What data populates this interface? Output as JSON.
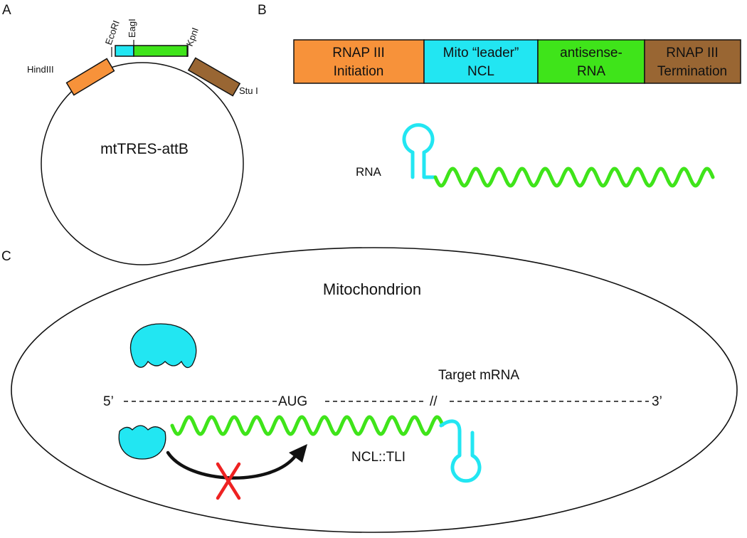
{
  "colors": {
    "orange": "#f7923a",
    "cyan": "#22e6f2",
    "green": "#3fe41a",
    "brown": "#996633",
    "red": "#ee2222",
    "black": "#111111"
  },
  "panel_a": {
    "letter": "A",
    "plasmid_name": "mtTRES-attB",
    "sites": {
      "hindiii": "HindIII",
      "ecori": "EcoRI",
      "eagi": "EagI",
      "kpni": "KpnI",
      "stui": "Stu I"
    }
  },
  "panel_b": {
    "letter": "B",
    "blocks": [
      {
        "line1": "RNAP III",
        "line2": "Initiation",
        "color": "#f7923a"
      },
      {
        "line1": "Mito “leader”",
        "line2": "NCL",
        "color": "#22e6f2"
      },
      {
        "line1": "antisense-",
        "line2": "RNA",
        "color": "#3fe41a"
      },
      {
        "line1": "RNAP III",
        "line2": "Termination",
        "color": "#996633"
      }
    ],
    "rna_label": "RNA"
  },
  "panel_c": {
    "letter": "C",
    "title": "Mitochondrion",
    "target_label": "Target mRNA",
    "five_prime": "5’",
    "aug": "AUG",
    "break_mark": "//",
    "three_prime": "3’",
    "complex_label": "NCL::TLI"
  }
}
